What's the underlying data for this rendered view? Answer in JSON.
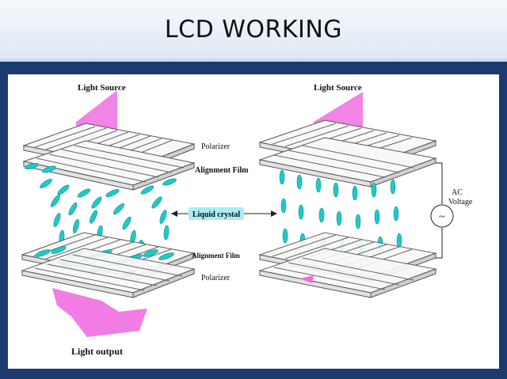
{
  "title": "LCD WORKING",
  "labels": {
    "light_source_left": "Light Source",
    "light_source_right": "Light Source",
    "polarizer_top": "Polarizer",
    "alignment_film_top": "Alignment Film",
    "liquid_crystal": "Liquid crystal",
    "alignment_film_bottom": "Alignment Film",
    "polarizer_bottom": "Polarizer",
    "light_output": "Light output",
    "ac_voltage_line1": "AC",
    "ac_voltage_line2": "Voltage",
    "ac_source_symbol": "~"
  },
  "colors": {
    "title_bg": "#e8eff7",
    "frame": "#1b3a6e",
    "light_beam": "#f06ee0",
    "crystal": "#1fc9c9",
    "liquid_crystal_label_bg": "#a8ecf4"
  }
}
